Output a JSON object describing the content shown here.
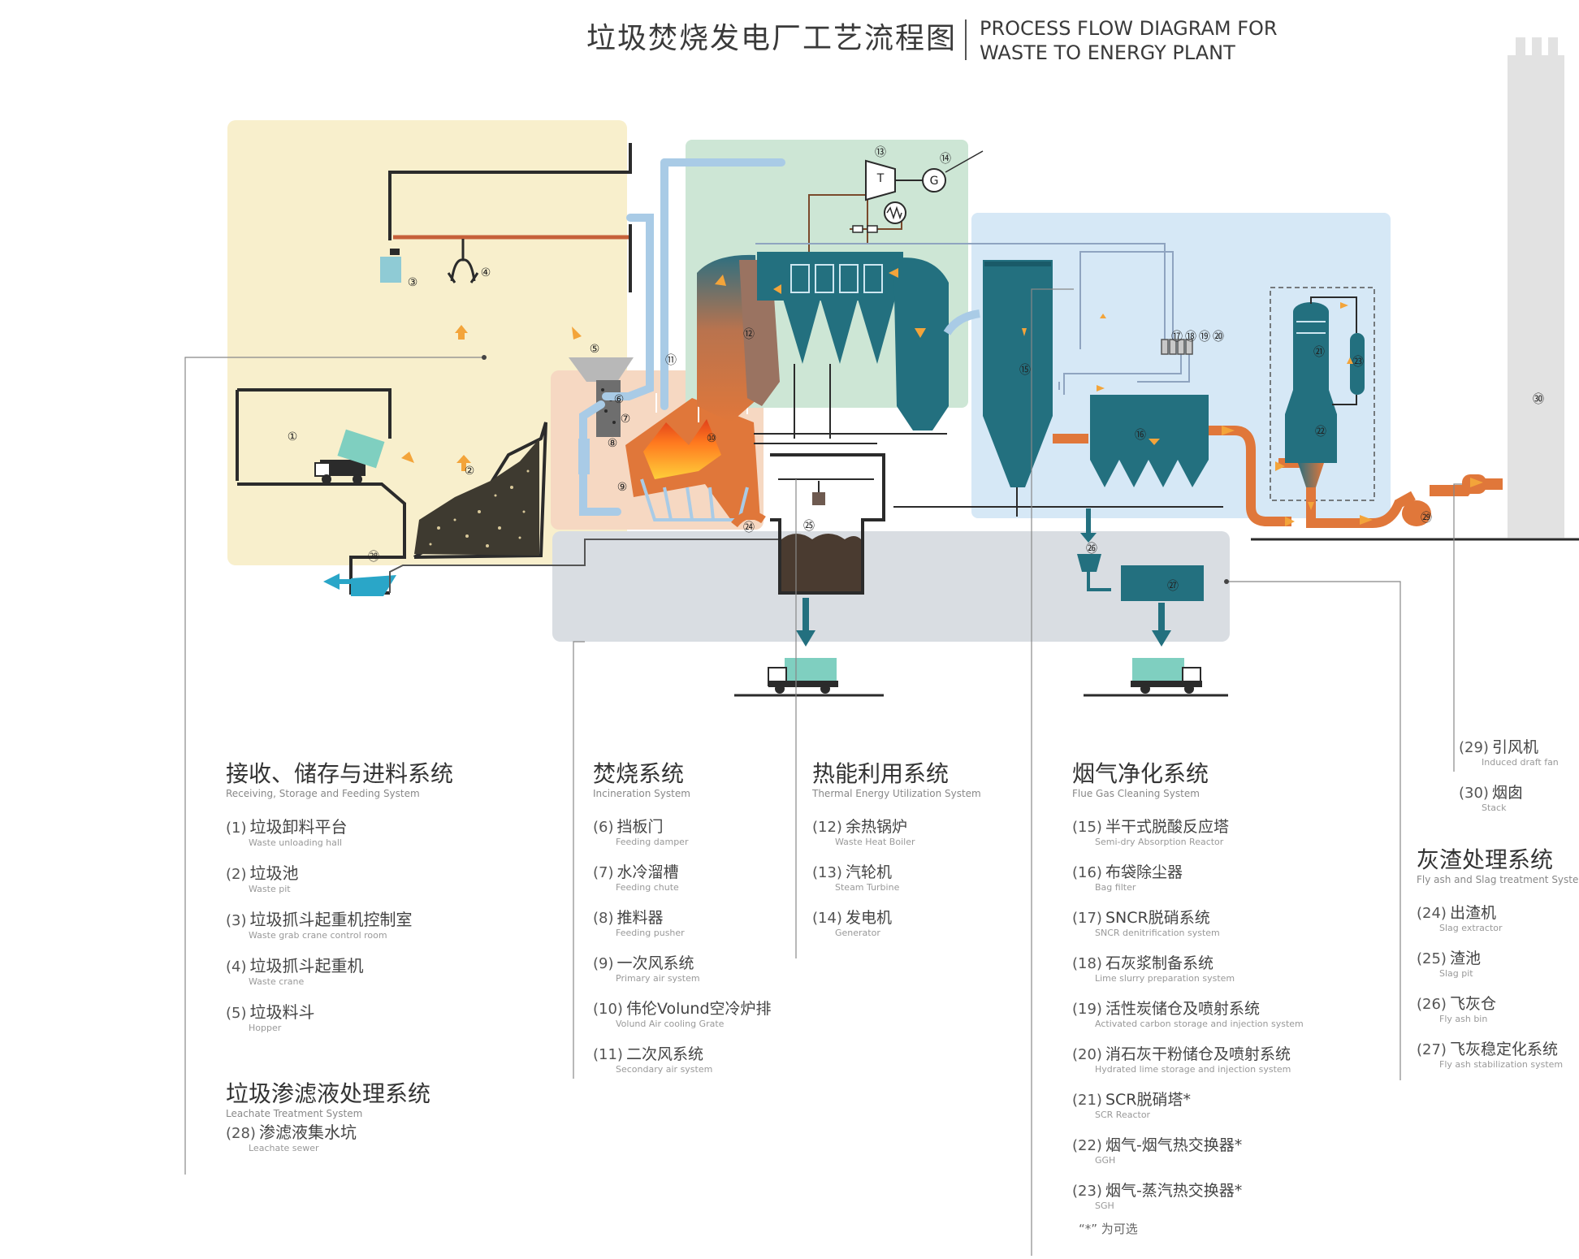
{
  "title": {
    "cn": "垃圾焚烧发电厂工艺流程图",
    "en_line1": "PROCESS FLOW DIAGRAM FOR",
    "en_line2": "WASTE TO ENERGY PLANT"
  },
  "diagram": {
    "numbers": [
      "①",
      "②",
      "③",
      "④",
      "⑤",
      "⑥",
      "⑦",
      "⑧",
      "⑨",
      "⑩",
      "⑪",
      "⑫",
      "⑬",
      "⑭",
      "⑮",
      "⑯",
      "⑰",
      "⑱",
      "⑲",
      "⑳",
      "㉑",
      "㉒",
      "㉓",
      "㉔",
      "㉕",
      "㉖",
      "㉗",
      "㉘",
      "㉙",
      "㉚"
    ],
    "turbine_letter": "T",
    "generator_letter": "G",
    "colors": {
      "receiving_zone": "#f8efcc",
      "incineration_zone": "#f6d8c2",
      "thermal_zone": "#cde6d5",
      "fluegas_zone": "#d6e8f6",
      "ash_zone": "#d9dde2",
      "dark_teal": "#1f6f80",
      "light_blue": "#a9cbe6",
      "hot_orange": "#e0773a",
      "arrow_orange": "#f3a43a",
      "building": "#2b2b2b",
      "stack": "#e2e2e2",
      "truck_teal": "#7fcfc0"
    }
  },
  "systems": {
    "receiving": {
      "title": "接收、储存与进料系统",
      "subtitle": "Receiving, Storage and Feeding System",
      "items": [
        {
          "num": "(1)",
          "cn": "垃圾卸料平台",
          "en": "Waste unloading hall"
        },
        {
          "num": "(2)",
          "cn": "垃圾池",
          "en": "Waste pit"
        },
        {
          "num": "(3)",
          "cn": "垃圾抓斗起重机控制室",
          "en": "Waste grab crane control room"
        },
        {
          "num": "(4)",
          "cn": "垃圾抓斗起重机",
          "en": "Waste crane"
        },
        {
          "num": "(5)",
          "cn": "垃圾料斗",
          "en": "Hopper"
        }
      ]
    },
    "leachate": {
      "title": "垃圾渗滤液处理系统",
      "subtitle": "Leachate Treatment System",
      "items": [
        {
          "num": "(28)",
          "cn": "渗滤液集水坑",
          "en": "Leachate sewer"
        }
      ]
    },
    "incineration": {
      "title": "焚烧系统",
      "subtitle": "Incineration System",
      "items": [
        {
          "num": "(6)",
          "cn": "挡板门",
          "en": "Feeding damper"
        },
        {
          "num": "(7)",
          "cn": "水冷溜槽",
          "en": "Feeding chute"
        },
        {
          "num": "(8)",
          "cn": "推料器",
          "en": "Feeding pusher"
        },
        {
          "num": "(9)",
          "cn": "一次风系统",
          "en": "Primary air system"
        },
        {
          "num": "(10)",
          "cn": "伟伦Volund空冷炉排",
          "en": "Volund Air cooling Grate"
        },
        {
          "num": "(11)",
          "cn": "二次风系统",
          "en": "Secondary air system"
        }
      ]
    },
    "thermal": {
      "title": "热能利用系统",
      "subtitle": "Thermal Energy Utilization System",
      "items": [
        {
          "num": "(12)",
          "cn": "余热锅炉",
          "en": "Waste Heat Boiler"
        },
        {
          "num": "(13)",
          "cn": "汽轮机",
          "en": "Steam Turbine"
        },
        {
          "num": "(14)",
          "cn": "发电机",
          "en": "Generator"
        }
      ]
    },
    "fluegas": {
      "title": "烟气净化系统",
      "subtitle": "Flue Gas Cleaning System",
      "items": [
        {
          "num": "(15)",
          "cn": "半干式脱酸反应塔",
          "en": "Semi-dry Absorption Reactor"
        },
        {
          "num": "(16)",
          "cn": "布袋除尘器",
          "en": "Bag filter"
        },
        {
          "num": "(17)",
          "cn": "SNCR脱硝系统",
          "en": "SNCR denitrification system"
        },
        {
          "num": "(18)",
          "cn": "石灰浆制备系统",
          "en": "Lime slurry preparation system"
        },
        {
          "num": "(19)",
          "cn": "活性炭储仓及喷射系统",
          "en": "Activated carbon storage and injection system"
        },
        {
          "num": "(20)",
          "cn": "消石灰干粉储仓及喷射系统",
          "en": "Hydrated lime storage and injection system"
        },
        {
          "num": "(21)",
          "cn": "SCR脱硝塔*",
          "en": "SCR Reactor"
        },
        {
          "num": "(22)",
          "cn": "烟气-烟气热交换器*",
          "en": "GGH"
        },
        {
          "num": "(23)",
          "cn": "烟气-蒸汽热交换器*",
          "en": "SGH"
        }
      ]
    },
    "fan_stack": {
      "items": [
        {
          "num": "(29)",
          "cn": "引风机",
          "en": "Induced draft fan"
        },
        {
          "num": "(30)",
          "cn": "烟囱",
          "en": "Stack"
        }
      ]
    },
    "ash": {
      "title": "灰渣处理系统",
      "subtitle": "Fly ash and Slag treatment System",
      "items": [
        {
          "num": "(24)",
          "cn": "出渣机",
          "en": "Slag extractor"
        },
        {
          "num": "(25)",
          "cn": "渣池",
          "en": "Slag pit"
        },
        {
          "num": "(26)",
          "cn": "飞灰仓",
          "en": "Fly ash bin"
        },
        {
          "num": "(27)",
          "cn": "飞灰稳定化系统",
          "en": "Fly ash stabilization system"
        }
      ]
    }
  },
  "optional_note": "“*” 为可选"
}
